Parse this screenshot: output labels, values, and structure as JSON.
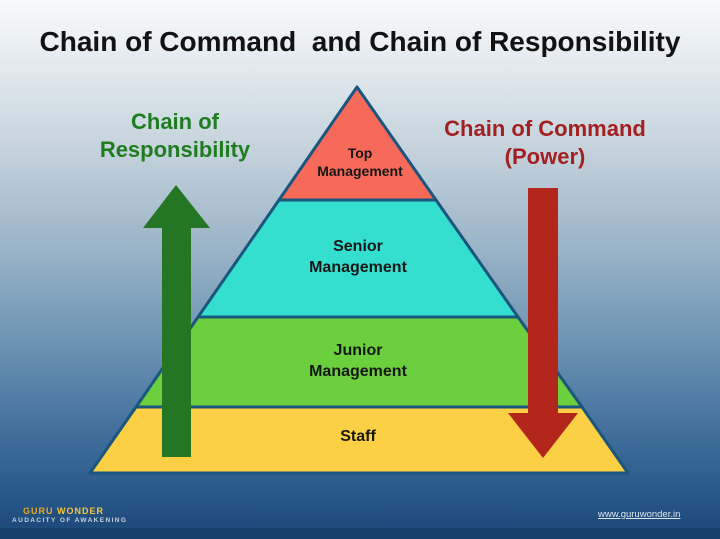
{
  "title": "Chain of Command  and Chain of Responsibility",
  "chain_of_responsibility_label": "Chain of Responsibility",
  "chain_of_command_label": "Chain of Command (Power)",
  "pyramid": {
    "levels": [
      {
        "name": "Top Management",
        "color": "#f76a59"
      },
      {
        "name": "Senior Management",
        "color": "#35dfd0"
      },
      {
        "name": "Junior Management",
        "color": "#6bcf3e"
      },
      {
        "name": "Staff",
        "color": "#fcd044"
      }
    ],
    "border_color": "#1a567e"
  },
  "arrows": {
    "up": {
      "color": "#247524"
    },
    "down": {
      "color": "#b3261b"
    }
  },
  "footer": {
    "logo_word1": "GURU",
    "logo_word2": "WONDER",
    "tagline": "AUDACITY OF AWAKENING",
    "url": "www.guruwonder.in"
  },
  "colors": {
    "title_text": "#121212",
    "responsibility_text": "#1f7d20",
    "command_text": "#a32020",
    "background_top": "#f8fafb",
    "background_bottom": "#1d4a79",
    "bottom_strip": "#16406c",
    "logo_gold": "#e8a91f"
  }
}
